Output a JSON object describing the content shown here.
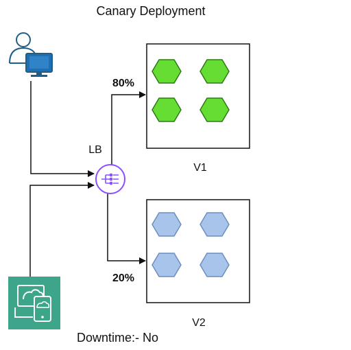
{
  "diagram": {
    "title": "Canary Deployment",
    "load_balancer_label": "LB",
    "v1_label": "V1",
    "v2_label": "V2",
    "v1_traffic": "80%",
    "v2_traffic": "20%",
    "downtime_label": "Downtime:- No"
  },
  "icons": {
    "user": "user-workstation-icon",
    "load_balancer": "load-balancer-icon",
    "client": "cloud-client-device-icon"
  },
  "colors": {
    "v1_instance_fill": "#66dd33",
    "v1_instance_stroke": "#2d7a16",
    "v2_instance_fill": "#a9c4eb",
    "v2_instance_stroke": "#6c8ebf",
    "load_balancer": "#8c4fff",
    "client_bg": "#3da58a",
    "user_screen": "#1f6fb2"
  }
}
